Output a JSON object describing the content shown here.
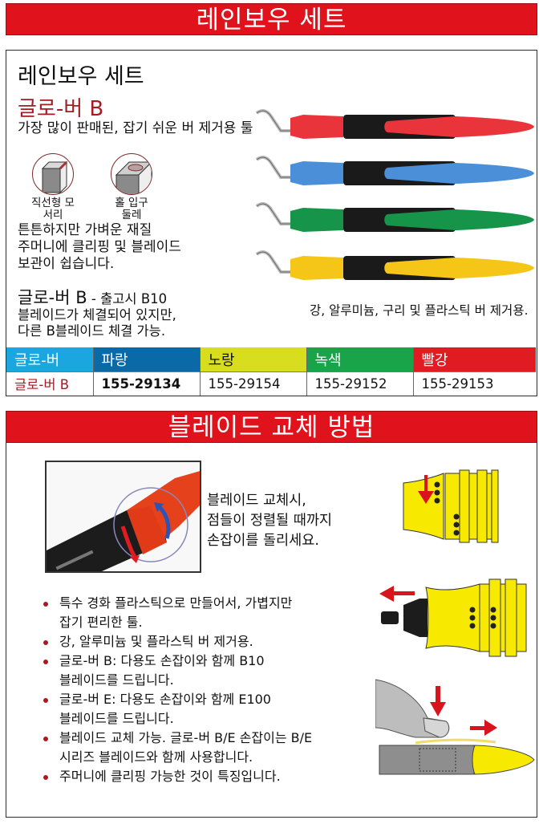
{
  "section1": {
    "banner": "레인보우 세트",
    "title": "레인보우 세트",
    "product_name": "글로-버 B",
    "description": "가장 많이 판매된, 잡기 쉬운 버 제거용 툴",
    "icons": [
      {
        "icon": "straight-edge-icon",
        "caption_line1": "직선형 모",
        "caption_line2": "서리"
      },
      {
        "icon": "hole-edge-icon",
        "caption_line1": "홀 입구",
        "caption_line2": "둘레"
      }
    ],
    "features": [
      "튼튼하지만 가벼운 재질",
      "주머니에 클리핑 및 블레이드",
      "보관이 쉽습니다."
    ],
    "note": {
      "product": "글로-버 B",
      "line1_rest": " - 출고시 B10",
      "line2": "블레이드가 체결되어 있지만,",
      "line3": "다른 B블레이드 체결 가능."
    },
    "usage_caption": "강, 알루미늄, 구리 및 플라스틱 버 제거용.",
    "tools": [
      {
        "name": "red-deburring-tool",
        "color": "#e8343a"
      },
      {
        "name": "blue-deburring-tool",
        "color": "#4a8fd8"
      },
      {
        "name": "green-deburring-tool",
        "color": "#16944a"
      },
      {
        "name": "yellow-deburring-tool",
        "color": "#f5c518"
      }
    ],
    "table": {
      "headers": [
        {
          "label": "글로-버",
          "color": "#1aa6df"
        },
        {
          "label": "파랑",
          "color": "#0a6aa8"
        },
        {
          "label": "노랑",
          "color": "#d8dd1e"
        },
        {
          "label": "녹색",
          "color": "#19a44a"
        },
        {
          "label": "빨강",
          "color": "#e01c22"
        }
      ],
      "rows": [
        {
          "product": "글로-버 B",
          "values": [
            "155-29134",
            "155-29154",
            "155-29152",
            "155-29153"
          ]
        }
      ]
    }
  },
  "section2": {
    "banner": "블레이드 교체 방법",
    "instruction": [
      "블레이드 교체시,",
      "점들이 정렬될 때까지",
      "손잡이를 돌리세요."
    ],
    "bullets": [
      [
        "특수 경화 플라스틱으로 만들어서, 가볍지만",
        "잡기 편리한 툴."
      ],
      [
        "강, 알루미늄 및 플라스틱 버 제거용."
      ],
      [
        "글로-버 B: 다용도 손잡이와 함께 B10",
        "블레이드를 드립니다."
      ],
      [
        "글로-버 E: 다용도 손잡이와 함께 E100",
        "블레이드를 드립니다."
      ],
      [
        "블레이드 교체 가능. 글로-버 B/E 손잡이는 B/E",
        "시리즈 블레이드와 함께 사용합니다."
      ],
      [
        "주머니에 클리핑 가능한 것이 특징입니다."
      ]
    ],
    "colors": {
      "accent_red": "#d9141c",
      "handle_yellow": "#f7ea00"
    }
  }
}
